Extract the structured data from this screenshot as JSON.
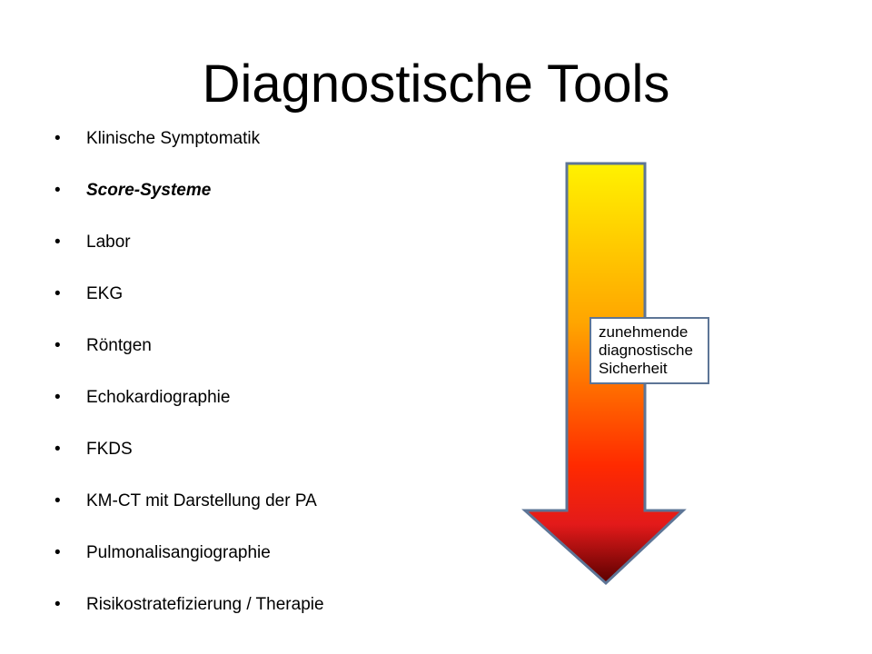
{
  "slide": {
    "title": "Diagnostische Tools"
  },
  "bullets": [
    {
      "text": "Klinische Symptomatik",
      "emphasis": false
    },
    {
      "text": "Score-Systeme",
      "emphasis": true
    },
    {
      "text": "Labor",
      "emphasis": false
    },
    {
      "text": "EKG",
      "emphasis": false
    },
    {
      "text": "Röntgen",
      "emphasis": false
    },
    {
      "text": "Echokardiographie",
      "emphasis": false
    },
    {
      "text": "FKDS",
      "emphasis": false
    },
    {
      "text": "KM-CT mit Darstellung der PA",
      "emphasis": false
    },
    {
      "text": "Pulmonalisangiographie",
      "emphasis": false
    },
    {
      "text": "Risikostratefizierung / Therapie",
      "emphasis": false
    }
  ],
  "bullet_glyph": "•",
  "arrow": {
    "label_lines": [
      "zunehmende",
      "diagnostische",
      "Sicherheit"
    ],
    "gradient_colors": [
      "#fff200",
      "#ffa500",
      "#ff2a00",
      "#e31a1a",
      "#5a0000"
    ],
    "outline_color": "#5d7596"
  }
}
